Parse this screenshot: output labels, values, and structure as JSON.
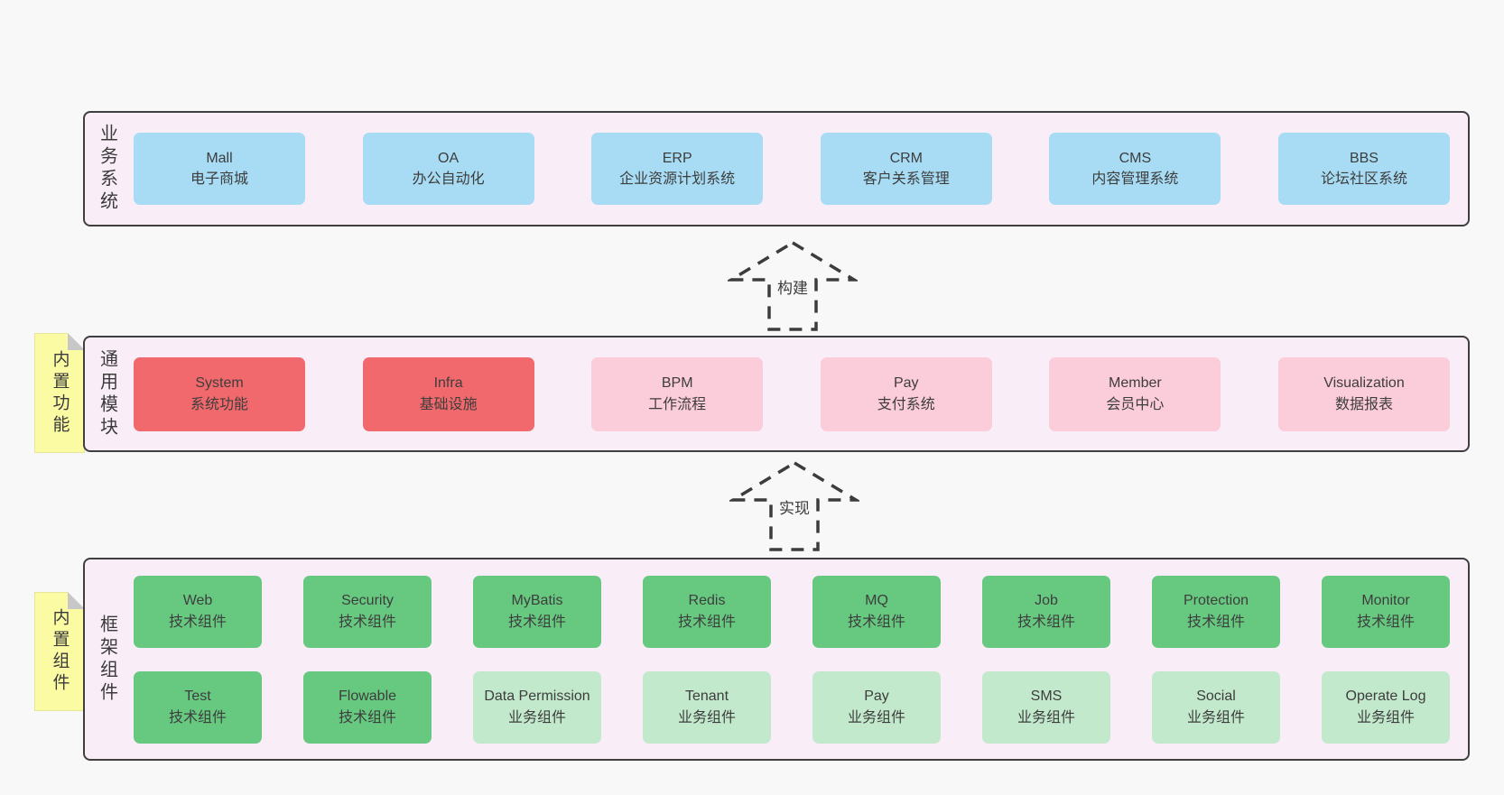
{
  "colors": {
    "page_bg": "#f8f8f8",
    "band_bg": "#f9edf7",
    "band_border": "#3f3f3f",
    "business_box": "#a8dcf4",
    "core_module_box": "#f1696c",
    "optional_module_box": "#fbccd9",
    "tech_component_box": "#67c980",
    "biz_component_box": "#c3e9cc",
    "sticky_note": "#fbfba3",
    "text": "#3b3b3b"
  },
  "arrows": [
    {
      "label": "构建"
    },
    {
      "label": "实现"
    }
  ],
  "bands": [
    {
      "label": "业务系统",
      "boxes": [
        {
          "en": "Mall",
          "zh": "电子商城"
        },
        {
          "en": "OA",
          "zh": "办公自动化"
        },
        {
          "en": "ERP",
          "zh": "企业资源计划系统"
        },
        {
          "en": "CRM",
          "zh": "客户关系管理"
        },
        {
          "en": "CMS",
          "zh": "内容管理系统"
        },
        {
          "en": "BBS",
          "zh": "论坛社区系统"
        }
      ]
    },
    {
      "label": "通用模块",
      "sticky": "内置功能",
      "boxes": [
        {
          "en": "System",
          "zh": "系统功能"
        },
        {
          "en": "Infra",
          "zh": "基础设施"
        },
        {
          "en": "BPM",
          "zh": "工作流程"
        },
        {
          "en": "Pay",
          "zh": "支付系统"
        },
        {
          "en": "Member",
          "zh": "会员中心"
        },
        {
          "en": "Visualization",
          "zh": "数据报表"
        }
      ]
    },
    {
      "label": "框架组件",
      "sticky": "内置组件",
      "rows": [
        [
          {
            "en": "Web",
            "zh": "技术组件"
          },
          {
            "en": "Security",
            "zh": "技术组件"
          },
          {
            "en": "MyBatis",
            "zh": "技术组件"
          },
          {
            "en": "Redis",
            "zh": "技术组件"
          },
          {
            "en": "MQ",
            "zh": "技术组件"
          },
          {
            "en": "Job",
            "zh": "技术组件"
          },
          {
            "en": "Protection",
            "zh": "技术组件"
          },
          {
            "en": "Monitor",
            "zh": "技术组件"
          }
        ],
        [
          {
            "en": "Test",
            "zh": "技术组件"
          },
          {
            "en": "Flowable",
            "zh": "技术组件"
          },
          {
            "en": "Data Permission",
            "zh": "业务组件"
          },
          {
            "en": "Tenant",
            "zh": "业务组件"
          },
          {
            "en": "Pay",
            "zh": "业务组件"
          },
          {
            "en": "SMS",
            "zh": "业务组件"
          },
          {
            "en": "Social",
            "zh": "业务组件"
          },
          {
            "en": "Operate Log",
            "zh": "业务组件"
          }
        ]
      ]
    }
  ]
}
